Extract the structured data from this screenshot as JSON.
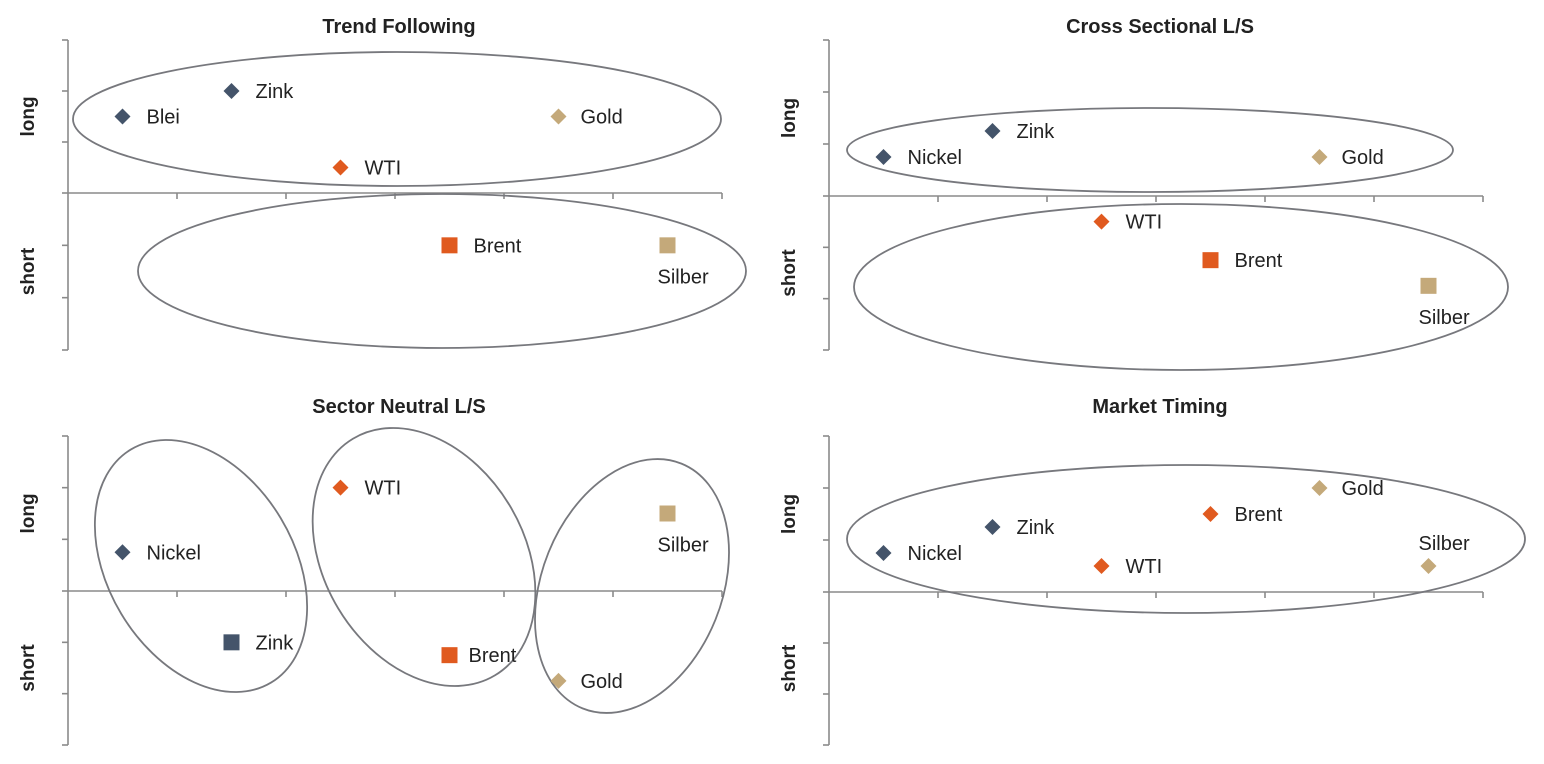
{
  "chart_data": [
    {
      "type": "scatter",
      "title": "Trend Following",
      "ylabel_top": "long",
      "ylabel_bottom": "short",
      "xlim": [
        0,
        6
      ],
      "ylim": [
        -3,
        3
      ],
      "points": [
        {
          "name": "Blei",
          "x": 0.5,
          "y": 1.5,
          "marker": "diamond",
          "color": "#44546a"
        },
        {
          "name": "Zink",
          "x": 1.5,
          "y": 2.0,
          "marker": "diamond",
          "color": "#44546a"
        },
        {
          "name": "Gold",
          "x": 4.5,
          "y": 1.5,
          "marker": "diamond",
          "color": "#c4a97a"
        },
        {
          "name": "WTI",
          "x": 2.5,
          "y": 0.5,
          "marker": "diamond",
          "color": "#e05a1f"
        },
        {
          "name": "Brent",
          "x": 3.5,
          "y": -1.0,
          "marker": "square",
          "color": "#e05a1f"
        },
        {
          "name": "Silber",
          "x": 5.5,
          "y": -1.0,
          "marker": "square",
          "color": "#c4a97a"
        }
      ],
      "groups": [
        [
          "Blei",
          "Zink",
          "Gold",
          "WTI"
        ],
        [
          "Brent",
          "Silber"
        ]
      ]
    },
    {
      "type": "scatter",
      "title": "Cross Sectional L/S",
      "ylabel_top": "long",
      "ylabel_bottom": "short",
      "xlim": [
        0,
        6
      ],
      "ylim": [
        -3,
        3
      ],
      "points": [
        {
          "name": "Nickel",
          "x": 0.5,
          "y": 0.75,
          "marker": "diamond",
          "color": "#44546a"
        },
        {
          "name": "Zink",
          "x": 1.5,
          "y": 1.25,
          "marker": "diamond",
          "color": "#44546a"
        },
        {
          "name": "Gold",
          "x": 4.5,
          "y": 0.75,
          "marker": "diamond",
          "color": "#c4a97a"
        },
        {
          "name": "WTI",
          "x": 2.5,
          "y": -0.5,
          "marker": "diamond",
          "color": "#e05a1f"
        },
        {
          "name": "Brent",
          "x": 3.5,
          "y": -1.25,
          "marker": "square",
          "color": "#e05a1f"
        },
        {
          "name": "Silber",
          "x": 5.5,
          "y": -1.75,
          "marker": "square",
          "color": "#c4a97a"
        }
      ],
      "groups": [
        [
          "Nickel",
          "Zink",
          "Gold"
        ],
        [
          "WTI",
          "Brent",
          "Silber"
        ]
      ]
    },
    {
      "type": "scatter",
      "title": "Sector Neutral L/S",
      "ylabel_top": "long",
      "ylabel_bottom": "short",
      "xlim": [
        0,
        6
      ],
      "ylim": [
        -3,
        3
      ],
      "points": [
        {
          "name": "Nickel",
          "x": 0.5,
          "y": 0.75,
          "marker": "diamond",
          "color": "#44546a"
        },
        {
          "name": "Zink",
          "x": 1.5,
          "y": -1.0,
          "marker": "square",
          "color": "#44546a"
        },
        {
          "name": "WTI",
          "x": 2.5,
          "y": 2.0,
          "marker": "diamond",
          "color": "#e05a1f"
        },
        {
          "name": "Brent",
          "x": 3.5,
          "y": -1.25,
          "marker": "square",
          "color": "#e05a1f"
        },
        {
          "name": "Silber",
          "x": 5.5,
          "y": 1.5,
          "marker": "square",
          "color": "#c4a97a"
        },
        {
          "name": "Gold",
          "x": 4.5,
          "y": -1.75,
          "marker": "diamond",
          "color": "#c4a97a"
        }
      ],
      "groups": [
        [
          "Nickel",
          "Zink"
        ],
        [
          "WTI",
          "Brent"
        ],
        [
          "Silber",
          "Gold"
        ]
      ]
    },
    {
      "type": "scatter",
      "title": "Market Timing",
      "ylabel_top": "long",
      "ylabel_bottom": "short",
      "xlim": [
        0,
        6
      ],
      "ylim": [
        -3,
        3
      ],
      "points": [
        {
          "name": "Nickel",
          "x": 0.5,
          "y": 0.75,
          "marker": "diamond",
          "color": "#44546a"
        },
        {
          "name": "Zink",
          "x": 1.5,
          "y": 1.25,
          "marker": "diamond",
          "color": "#44546a"
        },
        {
          "name": "WTI",
          "x": 2.5,
          "y": 0.5,
          "marker": "diamond",
          "color": "#e05a1f"
        },
        {
          "name": "Brent",
          "x": 3.5,
          "y": 1.5,
          "marker": "diamond",
          "color": "#e05a1f"
        },
        {
          "name": "Gold",
          "x": 4.5,
          "y": 2.0,
          "marker": "diamond",
          "color": "#c4a97a"
        },
        {
          "name": "Silber",
          "x": 5.5,
          "y": 0.5,
          "marker": "diamond",
          "color": "#c4a97a"
        }
      ],
      "groups": [
        [
          "Nickel",
          "Zink",
          "WTI",
          "Brent",
          "Gold",
          "Silber"
        ]
      ]
    }
  ]
}
